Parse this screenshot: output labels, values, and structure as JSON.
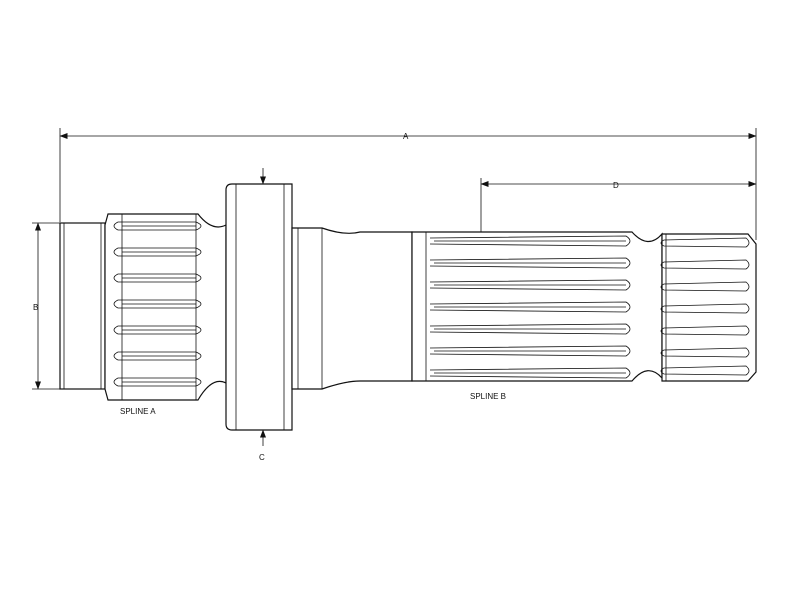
{
  "drawing": {
    "line_color": "#111111",
    "background": "#ffffff",
    "dimension_labels": {
      "a": "A",
      "b": "B",
      "c": "C",
      "d": "D"
    },
    "callouts": {
      "spline_a": "SPLINE A",
      "spline_b": "SPLINE B"
    }
  }
}
